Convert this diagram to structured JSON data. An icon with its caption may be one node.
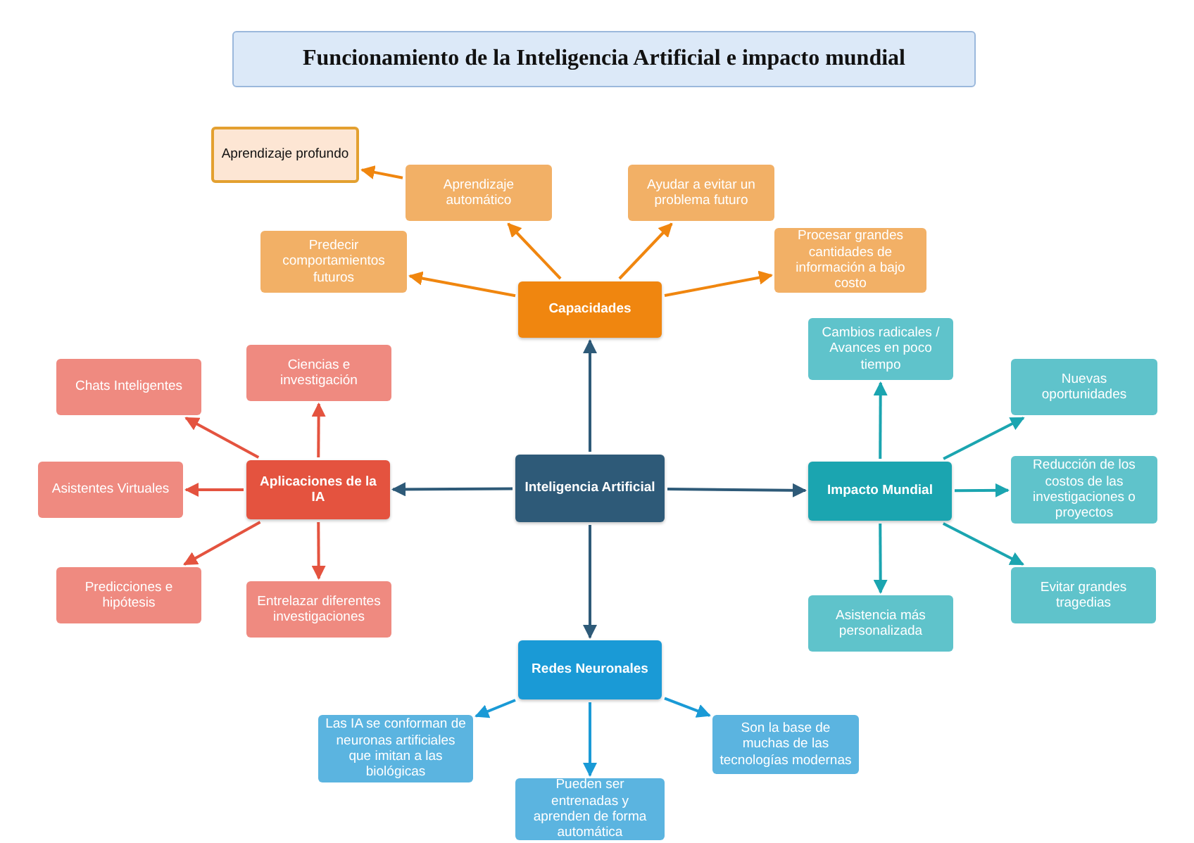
{
  "diagram": {
    "title": "Funcionamiento de la Inteligencia Artificial e impacto mundial",
    "nodes": [
      {
        "text": [
          "Inteligencia Artificial"
        ]
      },
      {
        "text": [
          "Capacidades"
        ]
      },
      {
        "text": [
          "Aprendizaje profundo"
        ]
      },
      {
        "text": [
          "Aprendizaje automático"
        ]
      },
      {
        "text": [
          "Ayudar a evitar un problema futuro"
        ]
      },
      {
        "text": [
          "Predecir comportamientos futuros"
        ]
      },
      {
        "text": [
          "Procesar grandes cantidades de información a bajo costo"
        ]
      },
      {
        "text": [
          "Aplicaciones de la IA"
        ]
      },
      {
        "text": [
          "Chats Inteligentes"
        ]
      },
      {
        "text": [
          "Ciencias e investigación"
        ]
      },
      {
        "text": [
          "Asistentes Virtuales"
        ]
      },
      {
        "text": [
          "Predicciones e hipótesis"
        ]
      },
      {
        "text": [
          "Entrelazar diferentes investigaciones"
        ]
      },
      {
        "text": [
          "Impacto Mundial"
        ]
      },
      {
        "text": [
          "Cambios radicales / Avances en poco tiempo"
        ]
      },
      {
        "text": [
          "Nuevas oportunidades"
        ]
      },
      {
        "text": [
          "Reducción de los costos de las investigaciones o proyectos"
        ]
      },
      {
        "text": [
          "Evitar grandes tragedias"
        ]
      },
      {
        "text": [
          "Asistencia más personalizada"
        ]
      },
      {
        "text": [
          "Redes Neuronales"
        ]
      },
      {
        "text": [
          "Las IA se conforman de neuronas artificiales que imitan a las biológicas"
        ]
      },
      {
        "text": [
          "Pueden ser entrenadas y aprenden de forma automática"
        ]
      },
      {
        "text": [
          "Son la base de muchas de las tecnologías modernas"
        ]
      }
    ],
    "edges": [
      {
        "from": 0,
        "to": 1,
        "arrow": "to",
        "color": "#2e5a78"
      },
      {
        "from": 0,
        "to": 7,
        "arrow": "to",
        "color": "#2e5a78"
      },
      {
        "from": 0,
        "to": 13,
        "arrow": "to",
        "color": "#2e5a78"
      },
      {
        "from": 0,
        "to": 19,
        "arrow": "to",
        "color": "#2e5a78"
      },
      {
        "from": 1,
        "to": 3,
        "arrow": "to",
        "color": "#f0860f"
      },
      {
        "from": 1,
        "to": 4,
        "arrow": "to",
        "color": "#f0860f"
      },
      {
        "from": 1,
        "to": 5,
        "arrow": "to",
        "color": "#f0860f"
      },
      {
        "from": 1,
        "to": 6,
        "arrow": "to",
        "color": "#f0860f"
      },
      {
        "from": 3,
        "to": 2,
        "arrow": "to",
        "color": "#f0860f"
      },
      {
        "from": 7,
        "to": 8,
        "arrow": "to",
        "color": "#e4533f"
      },
      {
        "from": 7,
        "to": 9,
        "arrow": "to",
        "color": "#e4533f"
      },
      {
        "from": 7,
        "to": 10,
        "arrow": "to",
        "color": "#e4533f"
      },
      {
        "from": 7,
        "to": 11,
        "arrow": "to",
        "color": "#e4533f"
      },
      {
        "from": 7,
        "to": 12,
        "arrow": "to",
        "color": "#e4533f"
      },
      {
        "from": 13,
        "to": 14,
        "arrow": "to",
        "color": "#1ba5b0"
      },
      {
        "from": 13,
        "to": 15,
        "arrow": "to",
        "color": "#1ba5b0"
      },
      {
        "from": 13,
        "to": 16,
        "arrow": "to",
        "color": "#1ba5b0"
      },
      {
        "from": 13,
        "to": 17,
        "arrow": "to",
        "color": "#1ba5b0"
      },
      {
        "from": 13,
        "to": 18,
        "arrow": "to",
        "color": "#1ba5b0"
      },
      {
        "from": 19,
        "to": 20,
        "arrow": "to",
        "color": "#1a9ad6"
      },
      {
        "from": 19,
        "to": 21,
        "arrow": "to",
        "color": "#1a9ad6"
      },
      {
        "from": 19,
        "to": 22,
        "arrow": "to",
        "color": "#1a9ad6"
      }
    ]
  }
}
